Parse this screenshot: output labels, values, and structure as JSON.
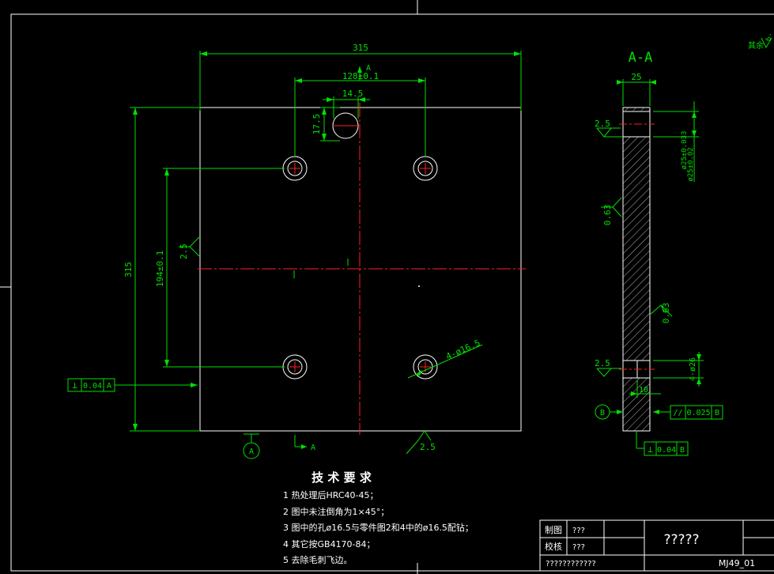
{
  "colors": {
    "background": "#000000",
    "outline": "#ffffff",
    "dimension": "#00e000",
    "centerline": "#ff2020"
  },
  "plan": {
    "width_dim": "315",
    "height_dim": "315",
    "hole_spacing_dim": "128±0.1",
    "vertical_spacing_dim": "194±0.1",
    "center_hole_dim": "14.5",
    "center_offset_dim": "17.5",
    "hole_callout": "4-ø16.5",
    "roughness_left": "2.5",
    "roughness_bottom": "2.5",
    "section_marker_top": "A",
    "section_marker_bottom": "A",
    "datum_a": "A",
    "tolerance": {
      "symbol": "⊥",
      "value": "0.04",
      "datum": "A"
    }
  },
  "section": {
    "title": "A-A",
    "thickness_dim": "25",
    "top_roughness": "2.5",
    "bottom_roughness": "2.5",
    "side_roughness": "0.63",
    "right_roughness": "0.63",
    "bore_dim": "ø25±0.033",
    "bore_dim2": "ø25±0.02",
    "counterbore_dim": "4-ø26",
    "depth_dim": "10",
    "datum_b": "B",
    "parallel_tol": {
      "symbol": "//",
      "value": "0.025",
      "datum": "B"
    },
    "perp_tol": {
      "symbol": "⊥",
      "value": "0.04",
      "datum": "B"
    }
  },
  "corner_note": "其余",
  "corner_value": "6.",
  "tech": {
    "title": "技 术 要 求",
    "items": [
      "1  热处理后HRC40-45；",
      "2  图中未注倒角为1×45°；",
      "3  图中的孔ø16.5与零件图2和4中的ø16.5配钻；",
      "4  其它按GB4170-84；",
      "5  去除毛刺飞边。"
    ]
  },
  "title_block": {
    "drawn_label": "制图",
    "drawn_value": "???",
    "checked_label": "校核",
    "checked_value": "???",
    "part_name": "?????",
    "org": "????????????",
    "drawing_no": "MJ49_01"
  }
}
